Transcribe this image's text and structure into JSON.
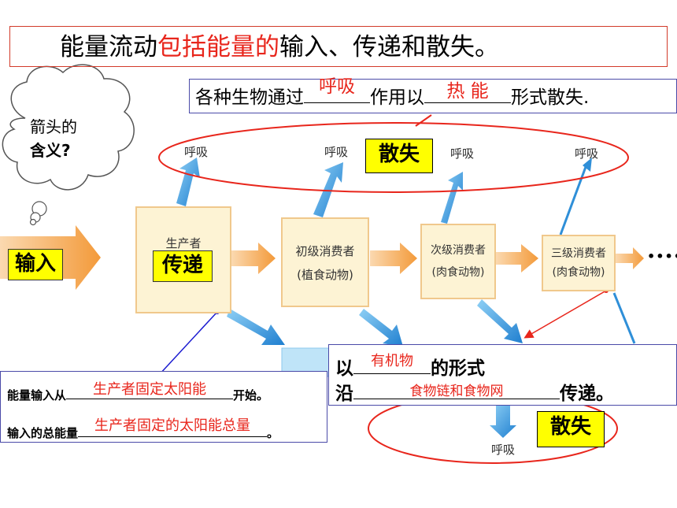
{
  "title": {
    "part1": "能量流动",
    "part2": "包括能量的",
    "part3": "输入、传递和散失。"
  },
  "dissipation_note": {
    "prefix": "各种生物通过",
    "fill1": "呼吸",
    "middle": "作用以",
    "fill2": "热 能",
    "suffix": "形式散失."
  },
  "thought_bubble": {
    "line1": "箭头的",
    "line2": "含义?"
  },
  "respiration_label": "呼吸",
  "organisms": [
    {
      "name": "生产者",
      "sub": ""
    },
    {
      "name": "初级消费者",
      "sub": "(植食动物)"
    },
    {
      "name": "次级消费者",
      "sub": "(肉食动物)"
    },
    {
      "name": "三级消费者",
      "sub": "(肉食动物)"
    }
  ],
  "ellipsis": "••••",
  "tags": {
    "input": "输入",
    "transfer": "传递",
    "dissipate_top": "散失",
    "dissipate_bottom": "散失"
  },
  "input_note": {
    "line1_prefix": "能量输入从",
    "line1_fill": "生产者固定太阳能",
    "line1_suffix": "开始。",
    "line2_prefix": "输入的总能量",
    "line2_fill": "生产者固定的太阳能总量",
    "line2_suffix": "。"
  },
  "transfer_note": {
    "line1_prefix": "以",
    "line1_fill": "有机物",
    "line1_suffix": "的形式",
    "line2_prefix": "沿",
    "line2_fill": "食物链和食物网",
    "line2_suffix": "传递。"
  },
  "colors": {
    "orange_arrow": "#f59a3c",
    "blue_arrow": "#2f8fd8",
    "answer_red": "#e8261c",
    "tag_yellow": "#ffff00",
    "organism_fill": "#fdf3d4"
  }
}
